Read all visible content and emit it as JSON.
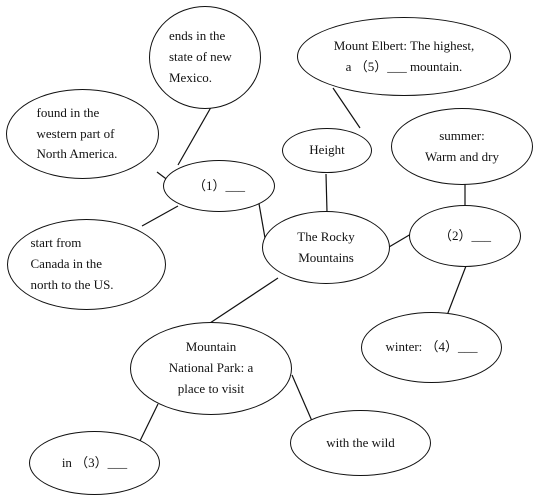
{
  "nodes": {
    "ends_new_mexico": "ends in the\nstate of new\nMexico.",
    "mount_elbert": "Mount Elbert: The highest,\na （5）___ mountain.",
    "found_western": "found in the\nwestern part of\nNorth America.",
    "height": "Height",
    "summer": "summer:\nWarm and dry",
    "blank1": "（1）___",
    "center": "The Rocky\nMountains",
    "blank2": "（2）___",
    "start_canada": "start from\nCanada in the\nnorth to the US.",
    "winter": "winter: （4）___",
    "park": "Mountain\nNational Park: a\nplace to visit",
    "blank3": "in （3）___",
    "wild": "with the wild"
  }
}
